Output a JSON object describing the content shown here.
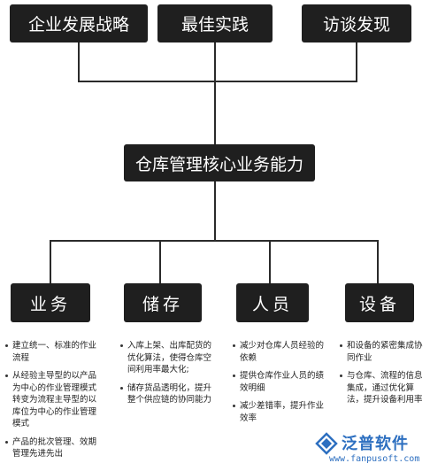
{
  "colors": {
    "box_fill": "#1f1f1f",
    "box_text": "#ffffff",
    "connector": "#2a2a2a",
    "logo_blue": "#2d6fc0"
  },
  "inputs": [
    {
      "label": "企业发展战略"
    },
    {
      "label": "最佳实践"
    },
    {
      "label": "访谈发现"
    }
  ],
  "core": {
    "label": "仓库管理核心业务能力"
  },
  "categories": [
    {
      "label": "业务",
      "bullets": [
        "建立统一、标准的作业流程",
        "从经验主导型的以产品为中心的作业管理模式转变为流程主导型的以库位为中心的作业管理模式",
        "产品的批次管理、效期管理先进先出"
      ]
    },
    {
      "label": "储存",
      "bullets": [
        "入库上架、出库配货的优化算法，使得仓库空间利用率最大化;",
        "储存货品透明化，提升整个供应链的协同能力"
      ]
    },
    {
      "label": "人员",
      "bullets": [
        "减少对仓库人员经验的依赖",
        "提供仓库作业人员的绩效明细",
        "减少差错率，提升作业效率"
      ]
    },
    {
      "label": "设备",
      "bullets": [
        "和设备的紧密集成协同作业",
        "与仓库、流程的信息集成，通过优化算法，提升设备利用率"
      ]
    }
  ],
  "logo": {
    "brand": "泛普软件",
    "url": "www.fanpusoft.com",
    "icon": "fanpu-logo-icon"
  }
}
